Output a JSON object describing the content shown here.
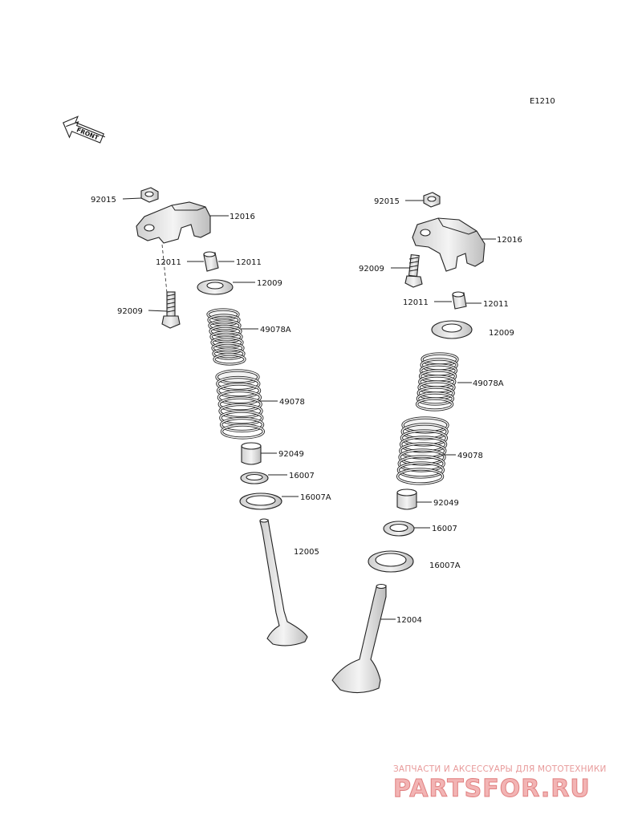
{
  "diagram_code": "E1210",
  "front_label": "FRONT",
  "labels": {
    "l_92015": "92015",
    "l_12016": "12016",
    "l_12011a": "12011",
    "l_12011b": "12011",
    "l_12009": "12009",
    "l_92009": "92009",
    "l_49078A": "49078A",
    "l_49078": "49078",
    "l_92049": "92049",
    "l_16007": "16007",
    "l_16007A": "16007A",
    "l_12005": "12005",
    "r_92015": "92015",
    "r_12016": "12016",
    "r_92009": "92009",
    "r_12011a": "12011",
    "r_12011b": "12011",
    "r_12009": "12009",
    "r_49078A": "49078A",
    "r_49078": "49078",
    "r_92049": "92049",
    "r_16007": "16007",
    "r_16007A": "16007A",
    "r_12004": "12004"
  },
  "watermark": {
    "tagline": "ЗАПЧАСТИ И АКСЕССУАРЫ ДЛЯ МОТОТЕХНИКИ",
    "logo": "PARTSFOR.RU"
  }
}
